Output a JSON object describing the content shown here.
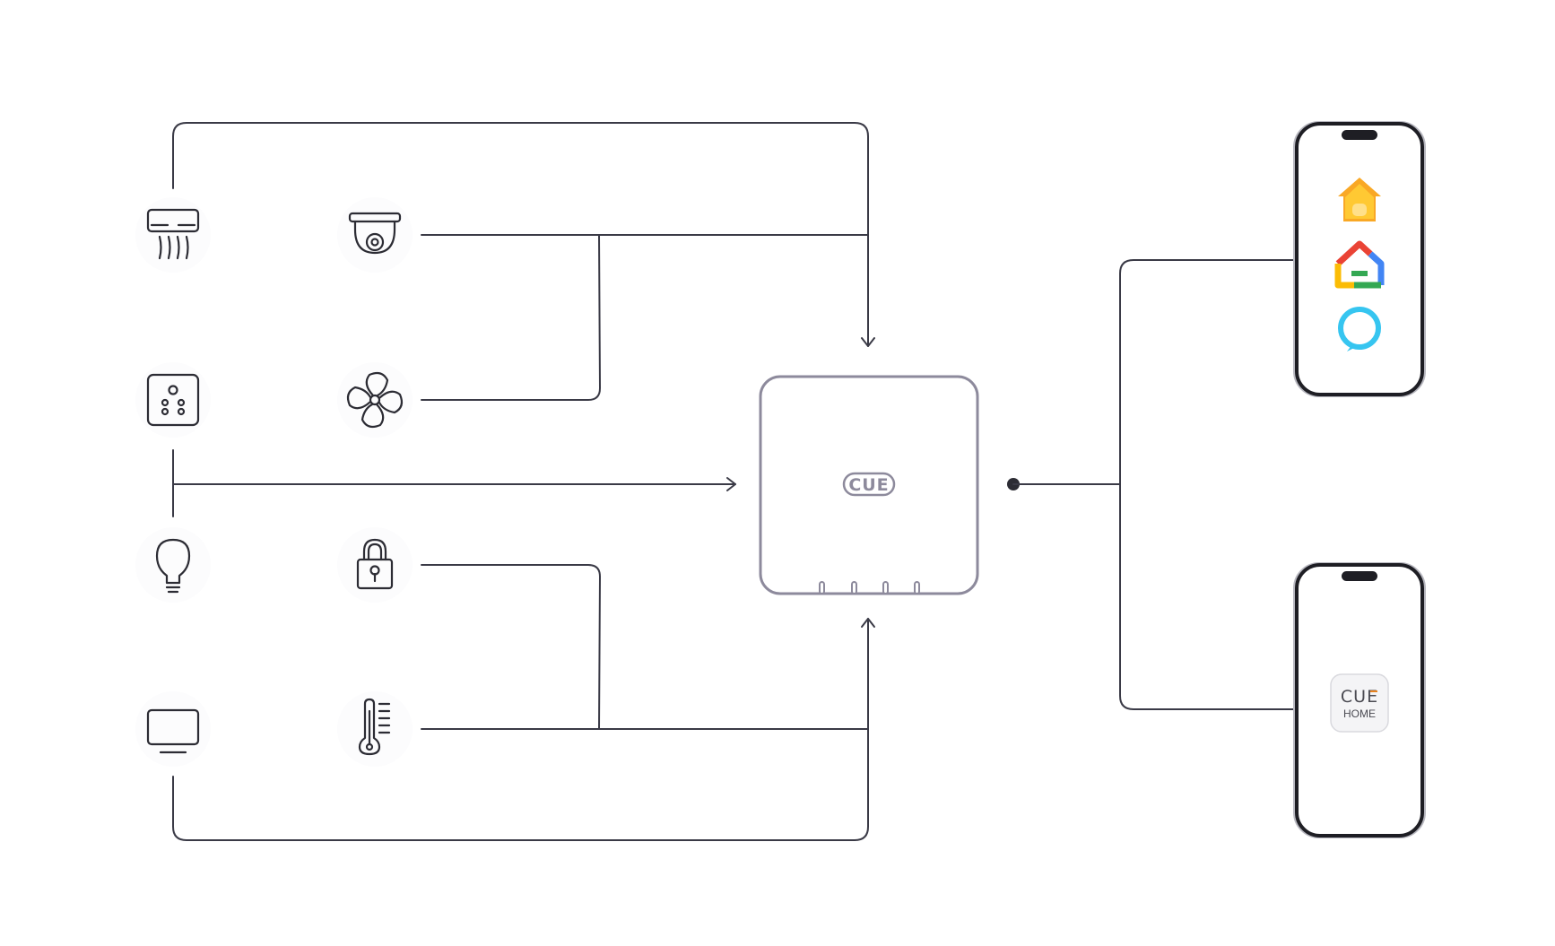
{
  "hub": {
    "logo_text": "CUE"
  },
  "devices": [
    {
      "name": "air-conditioner",
      "icon": "air-conditioner-icon"
    },
    {
      "name": "security-camera",
      "icon": "security-camera-icon"
    },
    {
      "name": "wall-switch",
      "icon": "switch-panel-icon"
    },
    {
      "name": "fan",
      "icon": "fan-icon"
    },
    {
      "name": "light-bulb",
      "icon": "light-bulb-icon"
    },
    {
      "name": "smart-lock",
      "icon": "padlock-icon"
    },
    {
      "name": "television",
      "icon": "tv-icon"
    },
    {
      "name": "thermostat",
      "icon": "thermometer-icon"
    }
  ],
  "phones": [
    {
      "name": "platform-phone",
      "apps": [
        {
          "icon": "apple-home-icon",
          "color": "#F9A825"
        },
        {
          "icon": "google-home-icon",
          "colors": [
            "#EA4335",
            "#FBBC05",
            "#34A853",
            "#4285F4"
          ]
        },
        {
          "icon": "amazon-alexa-icon",
          "color": "#36C5F0"
        }
      ]
    },
    {
      "name": "cue-app-phone",
      "app": {
        "logo_text": "CUE",
        "label": "HOME",
        "accent_color": "#E8821E"
      }
    }
  ],
  "colors": {
    "wire": "#3a3a46",
    "hub_outline": "#8d8a9c",
    "phone_frame": "#1e1e24"
  }
}
